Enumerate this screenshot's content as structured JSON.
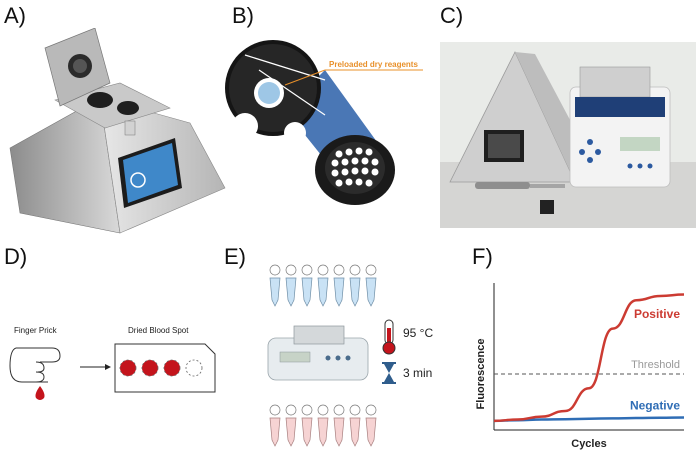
{
  "panels": {
    "a": {
      "label": "A)"
    },
    "b": {
      "label": "B)",
      "callout": "Preloaded dry reagents"
    },
    "c": {
      "label": "C)"
    },
    "d": {
      "label": "D)",
      "finger_prick": "Finger Prick",
      "dried_blood_spot": "Dried Blood Spot"
    },
    "e": {
      "label": "E)",
      "temperature": "95 °C",
      "time": "3 min"
    },
    "f": {
      "label": "F)",
      "ylabel": "Fluorescence",
      "xlabel": "Cycles",
      "positive": "Positive",
      "threshold": "Threshold",
      "negative": "Negative"
    }
  },
  "colors": {
    "positive": "#cc3b32",
    "negative": "#2f6db5",
    "threshold": "#555555",
    "orange": "#e8902a",
    "blood": "#c4141c"
  },
  "chart_data": {
    "type": "line",
    "xlabel": "Cycles",
    "ylabel": "Fluorescence",
    "threshold": 0.38,
    "x": [
      0,
      5,
      10,
      15,
      20,
      25,
      30,
      35,
      40
    ],
    "series": [
      {
        "name": "Positive",
        "values": [
          0.05,
          0.06,
          0.08,
          0.12,
          0.28,
          0.7,
          0.9,
          0.93,
          0.94
        ]
      },
      {
        "name": "Negative",
        "values": [
          0.05,
          0.055,
          0.06,
          0.062,
          0.065,
          0.068,
          0.07,
          0.072,
          0.074
        ]
      }
    ]
  }
}
